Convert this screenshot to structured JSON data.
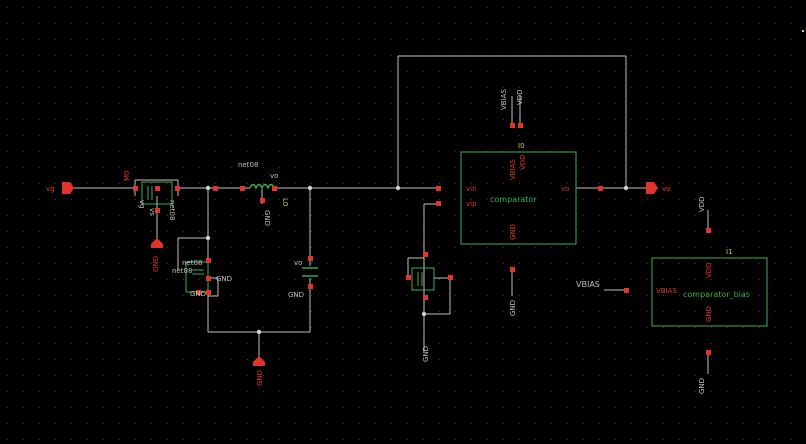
{
  "colors": {
    "background": "#000000",
    "grid_dot": "#3a3a3a",
    "wire": "#bfbfbf",
    "pin": "#e0352b",
    "symbol": "#3fae4f",
    "label_gray": "#bfbfbf",
    "label_red": "#e0352b",
    "label_green": "#3fae4f",
    "label_yellow": "#d8c84a",
    "port": "#e0352b"
  },
  "labels": {
    "vg_port": "vg",
    "vo_port": "vo",
    "net_dff_vin": "vo",
    "n1": "net08",
    "n2": "net08",
    "n3": "net08",
    "mosfet_name_top": "M0",
    "switch_labels": [
      "vg",
      "vs",
      "net08"
    ],
    "gnd_small": "GND",
    "gnd_small2": "GND",
    "inductor_label": "net08",
    "inductor_vo": "vo",
    "inductor_name": "L0",
    "inductor_gnd": "GND",
    "cap_vo": "vo",
    "cap_gnd": "GND",
    "bottom_gnd": "GND",
    "left_gnd_text": "GND",
    "comparator": {
      "instance": "I0",
      "name": "comparator",
      "pin_vin": "vin",
      "pin_vip": "vip",
      "pin_vo": "vo",
      "pin_vbias": "VBIAS",
      "pin_vdd": "VDD",
      "pin_gnd": "GND",
      "net_vbias": "VBIAS",
      "net_vdd": "VDD",
      "net_gnd": "GND"
    },
    "comparator_bias": {
      "instance": "I1",
      "name": "comparator_bias",
      "pin_vbias": "VBIAS",
      "pin_vdd": "VDD",
      "pin_gnd": "GND",
      "net_vbias": "VBIAS",
      "net_vdd": "VDD",
      "net_gnd": "GND"
    },
    "ref_gnd": "GND"
  }
}
